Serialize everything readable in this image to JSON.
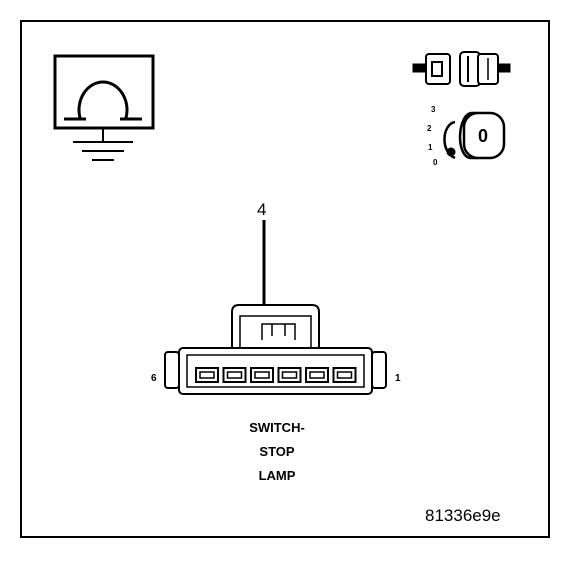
{
  "callout": {
    "pin": "4"
  },
  "connector": {
    "left_pin": "6",
    "right_pin": "1",
    "cavities": 6,
    "pointed_cavity": 4
  },
  "caption": {
    "line1": "SWITCH-",
    "line2": "STOP",
    "line3": "LAMP"
  },
  "ignition": {
    "positions": [
      "3",
      "2",
      "1",
      "0"
    ],
    "key_label": "0"
  },
  "figure_id": "81336e9e",
  "icons": [
    "ohmmeter-ground-icon",
    "connector-disconnect-icon",
    "ignition-key-icon"
  ],
  "colors": {
    "line": "#000000",
    "background": "#ffffff"
  }
}
